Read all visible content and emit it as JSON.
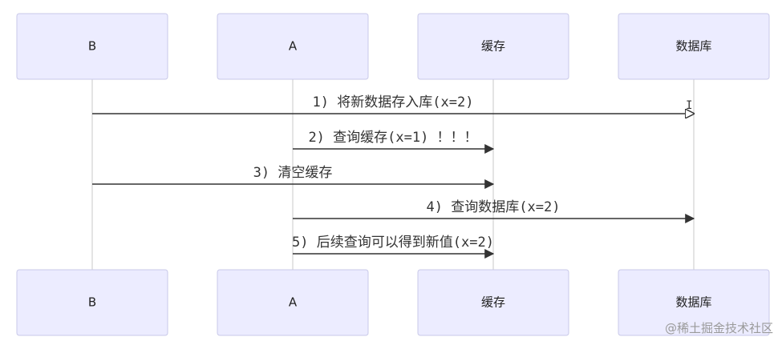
{
  "actors": [
    {
      "id": "B",
      "label": "B"
    },
    {
      "id": "A",
      "label": "A"
    },
    {
      "id": "cache",
      "label": "缓存"
    },
    {
      "id": "db",
      "label": "数据库"
    }
  ],
  "messages": [
    {
      "from": "B",
      "to": "db",
      "label": "1) 将新数据存入库(x=2)",
      "arrow": "open"
    },
    {
      "from": "A",
      "to": "cache",
      "label": "2) 查询缓存(x=1) ！！！",
      "arrow": "filled"
    },
    {
      "from": "B",
      "to": "cache",
      "label": "3) 清空缓存",
      "arrow": "filled"
    },
    {
      "from": "A",
      "to": "db",
      "label": "4) 查询数据库(x=2)",
      "arrow": "filled"
    },
    {
      "from": "A",
      "to": "cache",
      "label": "5) 后续查询可以得到新值(x=2)",
      "arrow": "filled"
    }
  ],
  "watermark": "@稀土掘金技术社区",
  "colors": {
    "actor_fill": "#ececff",
    "actor_stroke": "#c9c9e8",
    "line": "#333333",
    "lifeline": "#c8c8c8"
  },
  "icons": {
    "cursor": "text-cursor-icon"
  }
}
